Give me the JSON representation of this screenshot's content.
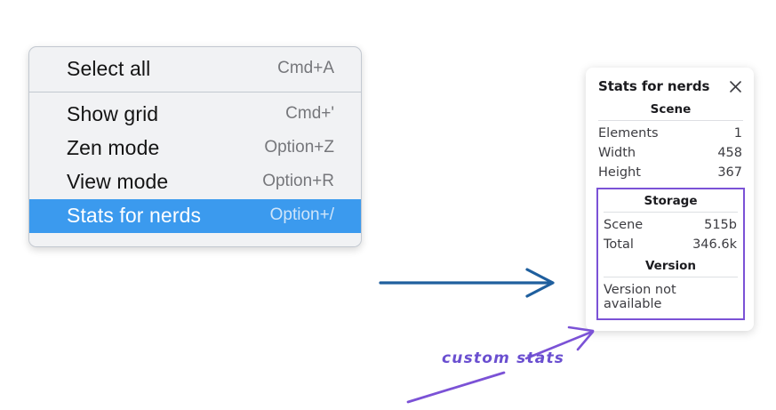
{
  "background_color": "#ffffff",
  "context_menu": {
    "name": "canvas-context-menu",
    "groups": [
      {
        "items": [
          {
            "label": "Select all",
            "shortcut": "Cmd+A",
            "selected": false
          }
        ]
      },
      {
        "items": [
          {
            "label": "Show grid",
            "shortcut": "Cmd+'",
            "selected": false
          },
          {
            "label": "Zen mode",
            "shortcut": "Option+Z",
            "selected": false
          },
          {
            "label": "View mode",
            "shortcut": "Option+R",
            "selected": false
          },
          {
            "label": "Stats for nerds",
            "shortcut": "Option+/",
            "selected": true
          }
        ]
      }
    ],
    "highlight_color": "#3b9aee",
    "background_color": "#f1f2f4"
  },
  "stats_panel": {
    "title": "Stats for nerds",
    "close_icon": "close-icon",
    "sections": [
      {
        "title": "Scene",
        "rows": [
          {
            "label": "Elements",
            "value": "1"
          },
          {
            "label": "Width",
            "value": "458"
          },
          {
            "label": "Height",
            "value": "367"
          }
        ]
      },
      {
        "title": "Storage",
        "highlighted": true,
        "rows": [
          {
            "label": "Scene",
            "value": "515b"
          },
          {
            "label": "Total",
            "value": "346.6k"
          }
        ]
      },
      {
        "title": "Version",
        "highlighted": true,
        "plain_rows": [
          {
            "text": "Version not available"
          }
        ]
      }
    ],
    "highlight_border_color": "#7b52d6"
  },
  "annotations": {
    "blue_arrow": {
      "name": "blue-flow-arrow",
      "color": "#1f5f9e"
    },
    "custom_stats_note": {
      "text": "custom stats",
      "color": "#6a4fd0"
    },
    "purple_arrow_to_box": {
      "name": "purple-arrow-to-storage-box",
      "color": "#7b52d6"
    },
    "purple_underline": {
      "name": "purple-underline-stroke",
      "color": "#7b52d6"
    }
  }
}
